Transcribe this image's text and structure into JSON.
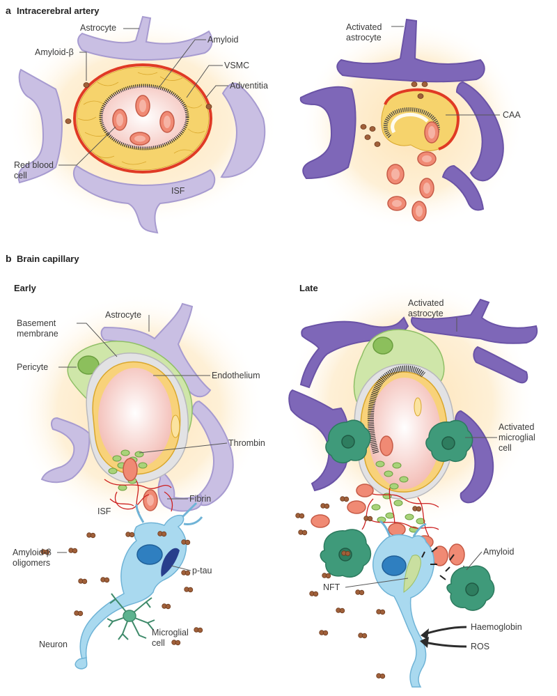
{
  "panel_a": {
    "letter": "a",
    "title": "Intracerebral artery",
    "labels": {
      "astrocyte": "Astrocyte",
      "amyloid": "Amyloid",
      "amyloid_beta": "Amyloid-β",
      "vsmc": "VSMC",
      "adventitia": "Adventitia",
      "rbc_line1": "Red blood",
      "rbc_line2": "cell",
      "isf": "ISF",
      "activated_line1": "Activated",
      "activated_line2": "astrocyte",
      "caa": "CAA"
    }
  },
  "panel_b": {
    "letter": "b",
    "title": "Brain capillary",
    "early": {
      "heading": "Early",
      "labels": {
        "astrocyte": "Astrocyte",
        "basement_line1": "Basement",
        "basement_line2": "membrane",
        "pericyte": "Pericyte",
        "endothelium": "Endothelium",
        "thrombin": "Thrombin",
        "fibrin": "Fibrin",
        "isf": "ISF",
        "oligo_line1": "Amyloid-β",
        "oligo_line2": "oligomers",
        "ptau": "p-tau",
        "neuron": "Neuron",
        "microglia_line1": "Microglial",
        "microglia_line2": "cell"
      }
    },
    "late": {
      "heading": "Late",
      "labels": {
        "astro_line1": "Activated",
        "astro_line2": "astrocyte",
        "micro_line1": "Activated",
        "micro_line2": "microglial",
        "micro_line3": "cell",
        "amyloid": "Amyloid",
        "nft": "NFT",
        "haemoglobin": "Haemoglobin",
        "ros": "ROS"
      }
    }
  },
  "colors": {
    "astrocyte": "#c9bfe3",
    "activated_astrocyte": "#7e67b8",
    "vsmc": "#f6d36c",
    "adventitia": "#e03a24",
    "red_blood_cell": "#f08a74",
    "amyloid_beta": "#a0603a",
    "pericyte": "#cfe6a9",
    "neuron": "#a9d9ef",
    "activated_microglia": "#3f9a7a",
    "fibrin": "#cc1f1f"
  }
}
